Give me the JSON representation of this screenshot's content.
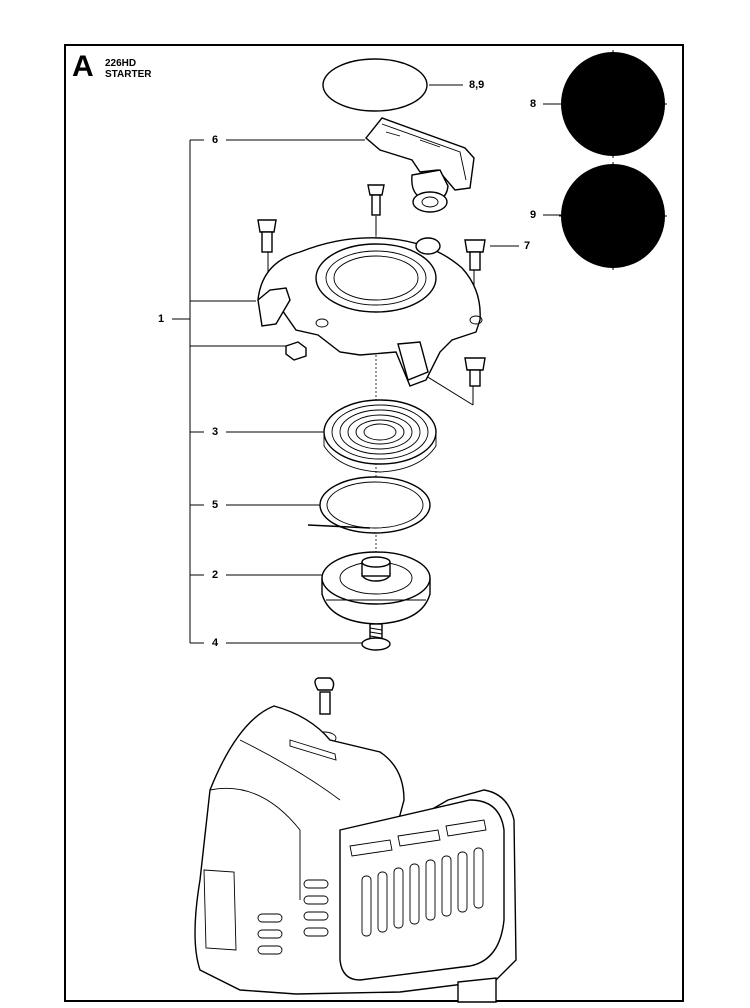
{
  "header": {
    "section_letter": "A",
    "model": "226HD",
    "assembly": "STARTER"
  },
  "callouts": [
    "1",
    "2",
    "3",
    "4",
    "5",
    "6",
    "7",
    "8",
    "9",
    "8,9"
  ]
}
